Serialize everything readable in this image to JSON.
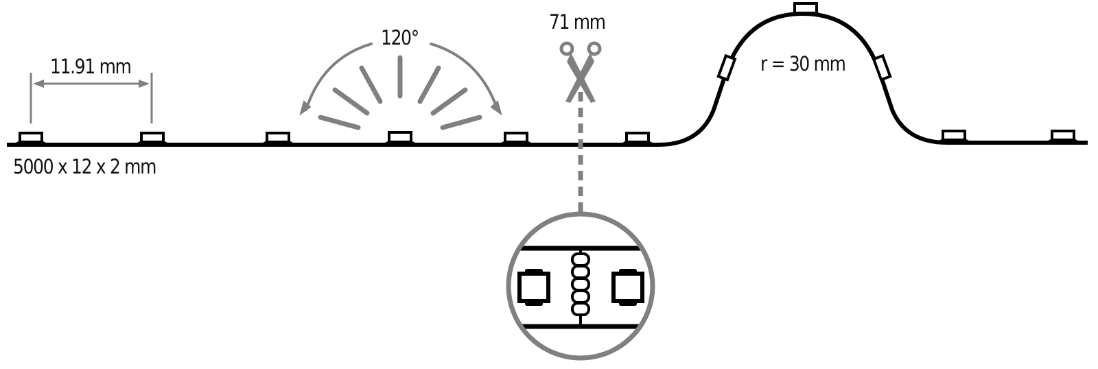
{
  "diagram": {
    "title": "LED strip dimensions diagram",
    "colors": {
      "strip": "#000000",
      "annotation": "#808080",
      "text": "#111111",
      "background": "#ffffff"
    },
    "labels": {
      "pitch": "11.91 mm",
      "dimensions": "5000 x 12 x 2 mm",
      "beam_angle": "120°",
      "cut_interval": "71 mm",
      "bend_radius": "r = 30 mm"
    },
    "icons": {
      "cut": "scissors-icon",
      "detail": "magnifier-circle",
      "light": "light-rays-icon"
    },
    "strip": {
      "led_count_visible": 11,
      "detail_view": {
        "components": [
          "led-chip",
          "resistor-pads",
          "led-chip"
        ]
      }
    }
  }
}
